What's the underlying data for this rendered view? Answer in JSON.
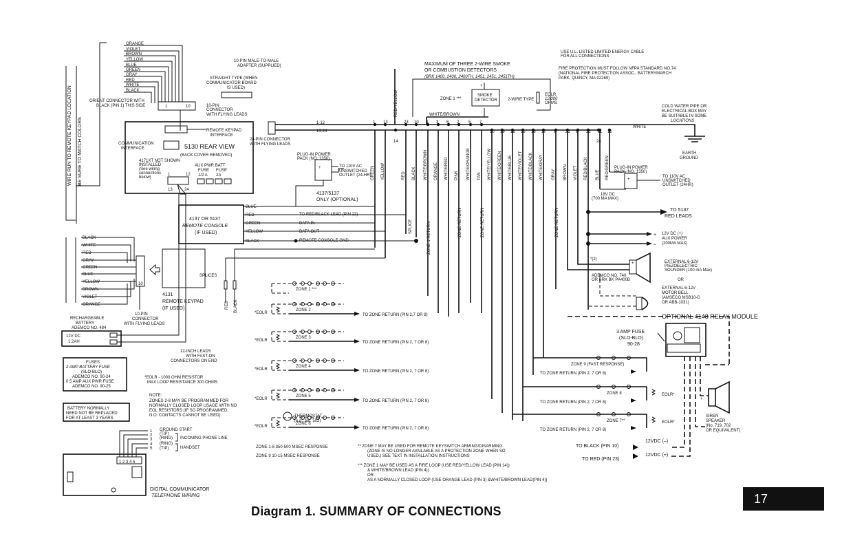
{
  "title": "Diagram 1. SUMMARY OF CONNECTIONS",
  "page_number": "17",
  "side_labels": [
    "WIRE RUN TO REMOTE KEYPAD LOCATION",
    "BE SURE TO MATCH COLORS"
  ],
  "wire_colors_top": [
    "ORANGE",
    "VIOLET",
    "BROWN",
    "YELLOW",
    "BLUE",
    "GREEN",
    "GRAY",
    "RED",
    "WHITE",
    "BLACK"
  ],
  "notes_top": {
    "adapter": [
      "10-PIN MALE-TO-MALE",
      "ADAPTER (SUPPLIED)"
    ],
    "straight_type": [
      "STRAIGHT TYPE (WHEN",
      "COMMUNICATOR BOARD",
      "IS USED)"
    ],
    "orient": [
      "ORIENT CONNECTOR WITH",
      "BLACK (PIN 1) THIS SIDE"
    ],
    "connector_10pin": [
      "10-PIN",
      "CONNECTOR",
      "WITH FLYING LEADS"
    ],
    "detectors": [
      "MAXIMUM OF THREE 2-WIRE SMOKE",
      "OR COMBUSTION DETECTORS",
      "(BRK 1400, 2400, 2400TH, 1451, 2451, 2451TH)"
    ],
    "ul": [
      "USE U.L. LISTED LIMITED ENERGY CABLE",
      "FOR ALL CONNECTIONS"
    ],
    "nfpa": [
      "FIRE PROTECTION MUST FOLLOW NFPA STANDARD NO.74",
      "(NATIONAL FIRE PROTECTION ASSOC., BATTERYMARCH",
      "PARK, QUINCY, MA 02269)"
    ],
    "cold_water": [
      "COLD WATER PIPE OR",
      "ELECTRICAL BOX MAY",
      "BE SUITABLE IN SOME",
      "LOCATIONS"
    ],
    "earth_ground": [
      "EARTH",
      "GROUND"
    ]
  },
  "panel": {
    "rear_view": "5130 REAR VIEW",
    "back_cover": "(BACK COVER REMOVED)",
    "remote_keypad_interface": [
      "REMOTE KEYPAD",
      "INTERFACE"
    ],
    "communication_interface": [
      "COMMUNICATION",
      "INTERFACE"
    ],
    "not_shown": [
      "4171XT NOT SHOWN",
      "INSTALLED",
      "(See wiring",
      "connections",
      "below)"
    ],
    "aux_pwr_batt": "AUX PWR BATT",
    "fuse_labels": [
      "FUSE",
      "FUSE",
      "1/2 A",
      "2A"
    ],
    "pin_numbers": [
      "1",
      "12",
      "13",
      "24"
    ],
    "conn_24pin": [
      "24-PIN CONNECTOR",
      "WITH FLYING LEADS"
    ],
    "range_1_12": "1-12",
    "range_13_24": "13-24"
  },
  "terminals_top": [
    "1",
    "13",
    "23",
    "10",
    "4",
    "3",
    "6",
    "2",
    "5",
    "7",
    "20",
    "19",
    "18",
    "15",
    "16",
    "17",
    "9",
    "21",
    "8",
    "22",
    "11",
    "12",
    "14",
    "24"
  ],
  "lead_labels": [
    "GREEN",
    "YELLOW",
    "RED",
    "BLACK",
    "WHITE/BROWN",
    "ORANGE",
    "WHITE/RED",
    "PINK",
    "WHITE/ORANGE",
    "TAN",
    "WHITE/YELLOW",
    "WHITE/GREEN",
    "WHITE/BLUE",
    "WHITE/VIOLET",
    "WHITE/BLACK",
    "WHITE/GRAY",
    "GRAY",
    "BROWN",
    "VIOLET",
    "RED/BLACK",
    "BLUE",
    "RED/GREEN",
    "RED/YELLOW",
    "WHITE/BROWN",
    "WHITE"
  ],
  "return_labels": [
    "ZONE 1 RETURN",
    "ZONE RETURN",
    "ZONE RETURN",
    "ZONE RETURN",
    "ZONE RETURN"
  ],
  "splice": "SPLICE",
  "smoke": {
    "zone": "ZONE 1 ***",
    "detector": [
      "SMOKE",
      "DETECTOR"
    ],
    "type": "2-WIRE TYPE",
    "eolr": [
      "EOLR",
      "12,000",
      "OHMS"
    ]
  },
  "plug_power": {
    "left": [
      "PLUG-IN POWER",
      "PACK (NO. 1350)"
    ],
    "left_outlet": [
      "TO 110V AC",
      "UNSWITCHED",
      "OUTLET (24-HR)"
    ],
    "optional": [
      "4137/5137",
      "ONLY (OPTIONAL)"
    ],
    "right": [
      "PLUG-IN POWER",
      "PACK (NO. 1350)"
    ],
    "right_outlet": [
      "TO 110V AC",
      "UNSWITCHED",
      "OUTLET (24HR)"
    ],
    "dc": [
      "18V DC",
      "(700 MA MAX)"
    ]
  },
  "remote_console": {
    "name": [
      "4137 OR 5137",
      "REMOTE CONSOLE",
      "(IF USED)"
    ],
    "wires": [
      "BLUE",
      "RED",
      "GREEN",
      "YELLOW",
      "BLACK"
    ],
    "signals": [
      "TO RED/BLACK LEAD (PIN 22)",
      "DATA IN",
      "DATA OUT",
      "REMOTE CONSOLE GND"
    ]
  },
  "keypad": {
    "wires": [
      "BLACK",
      "WHITE",
      "RED",
      "GRAY",
      "GREEN",
      "BLUE",
      "YELLOW",
      "BROWN",
      "VIOLET",
      "ORANGE"
    ],
    "name": [
      "4131",
      "REMOTE KEYPAD",
      "(IF USED)"
    ],
    "connector": [
      "10-PIN",
      "CONNECTOR",
      "WITH FLYING LEADS"
    ],
    "splices": "SPLICES",
    "pin": "10",
    "red": "RED",
    "black": "BLACK"
  },
  "battery": {
    "name": [
      "RECHARGEABLE",
      "BATTERY",
      "ADEMCO NO. 484"
    ],
    "rating": [
      "12V DC",
      "1.2AH"
    ],
    "leads": [
      "12-INCH LEADS",
      "WITH FAST-ON",
      "CONNECTORS ON END"
    ]
  },
  "fuses_box": [
    "FUSES",
    "2 AMP BATTERY FUSE",
    "(SLO-BLO)",
    "ADEMCO NO. 90-24",
    "0.5 AMP AUX PWR FUSE",
    "ADEMCO NO. 90-25"
  ],
  "battery_note": [
    "BATTERY NORMALLY",
    "NEED NOT BE REPLACED",
    "FOR AT LEAST 3 YEARS"
  ],
  "eolr_note": [
    "*EOLR - 1000 OHM RESISTOR",
    "MAX LOOP RESISTANCE 300 OHMS"
  ],
  "main_note": [
    "NOTE:",
    "ZONES 2-8 MAY BE PROGRAMMED FOR",
    "NORMALLY CLOSED LOOP USAGE WITH NO",
    "EOL RESISTORS (IF SO PROGRAMMED,",
    "N.O. CONTACTS CANNOT BE USED)"
  ],
  "zones": [
    {
      "label": "ZONE 1 ***",
      "eolr": "",
      "return": ""
    },
    {
      "label": "ZONE 2",
      "eolr": "*EOLR",
      "return": "TO ZONE RETURN (PIN 2,7 OR 8)"
    },
    {
      "label": "ZONE 3",
      "eolr": "*EOLR",
      "return": "TO ZONE RETURN (PIN 2, 7 OR 8)"
    },
    {
      "label": "ZONE 4",
      "eolr": "*EOLR",
      "return": "TO ZONE RETURN (PIN 2, 7 OR 8)"
    },
    {
      "label": "ZONE 5",
      "eolr": "*EOLR",
      "return": "TO ZONE RETURN (PIN 2, 7 OR 8)"
    },
    {
      "label": "ZONE 6",
      "eolr": "*EOLR",
      "return": "TO ZONE RETURN (PIN 2, 7 OR 8)"
    }
  ],
  "thermostat": [
    "THERMOSTAT",
    "(e.g., No. 502)"
  ],
  "right_zones": [
    {
      "label": "ZONE 9 (FAST RESPONSE)",
      "return": "TO ZONE RETURN (PIN 2, 7 OR 8)"
    },
    {
      "label": "ZONE 8",
      "return": "TO ZONE RETURN (PIN 2, 7 OR 8)"
    },
    {
      "label": "ZONE 7**",
      "return": "TO ZONE RETURN (PIN 2, 7 OR 8)"
    }
  ],
  "eolr_right": "EOLR*",
  "outputs": {
    "to_5137": [
      "TO 5137",
      "RED LEADS"
    ],
    "aux_power": [
      "12V DC (+)",
      "AUX POWER",
      "(200MA MAX)"
    ],
    "sounder": [
      "EXTERNAL 6-12V",
      "PIEZOELECTRIC",
      "SOUNDER (100 mA Max)"
    ],
    "ademco": [
      "ADEMCO NO. 740",
      "OR BRK BK PA400B"
    ],
    "or": "OR",
    "bell": [
      "EXTERNAL 6-12V",
      "MOTOR BELL",
      "(AMSECO MSB10-G",
      "OR ABB-1031)"
    ],
    "star2": "*(2)",
    "relay": "OPTIONAL 4148 RELAY MODULE",
    "fuse": [
      "3 AMP FUSE",
      "(SLO-BLO)",
      "90-28"
    ],
    "siren": [
      "SIREN",
      "SPEAKER",
      "(No. 719, 702",
      "OR EQUIVALENT)"
    ],
    "to_black": "TO BLACK (PIN 10)",
    "to_red": "TO RED (PIN 23)",
    "v_minus": "12VDC (–)",
    "v_plus": "12VDC (+)",
    "plus": "+",
    "minus": "–"
  },
  "response": [
    "ZONE 1-8 350-500 MSEC RESPONSE",
    "ZONE 9  10-15 MSEC RESPONSE"
  ],
  "footnotes": [
    "** ZONE 7 MAY BE USED FOR REMOTE KEYSWITCH ARMING/DISARMING.",
    "(ZONE IS NO LONGER AVAILABLE AS A PROTECTION ZONE WHEN SO",
    "USED.) SEE TEXT IN INSTALLATION INSTRUCTIONS",
    "*** ZONE 1 MAY BE USED AS A FIRE LOOP (USE RED/YELLOW LEAD (PIN 14))",
    "& WHITE/BROWN LEAD (PIN 4))",
    "OR",
    "AS A NORMALLY CLOSED LOOP (USE ORANGE LEAD (PIN 3) &WHITE/BROWN LEAD(PIN 4))"
  ],
  "phone": {
    "rows": [
      "GROUND START",
      "(TIP)",
      "(RING)",
      "(RING)",
      "(TIP)"
    ],
    "pins": [
      "1",
      "2",
      "3",
      "4",
      "5"
    ],
    "incoming": "INCOMING PHONE LINE",
    "handset": "HANDSET",
    "board_pins": "1 2 3 4 5",
    "caption": [
      "DIGITAL COMMUNICATOR",
      "TELEPHONE WIRING"
    ]
  }
}
